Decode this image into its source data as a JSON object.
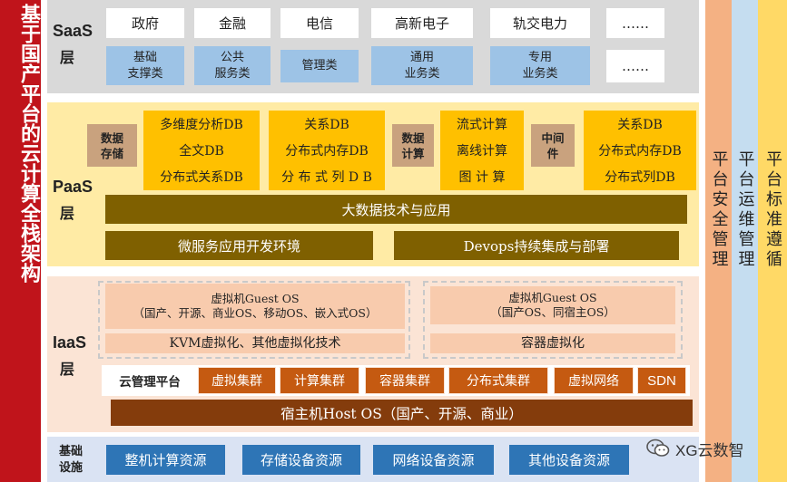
{
  "title": "基于国产平台的云计算全栈架构",
  "saas": {
    "label": "SaaS",
    "sub": "层",
    "top_row": [
      "政府",
      "金融",
      "电信",
      "高新电子",
      "轨交电力",
      "……"
    ],
    "bottom_row": [
      "基础\n支撑类",
      "公共\n服务类",
      "管理类",
      "通用\n业务类",
      "专用\n业务类",
      "……"
    ]
  },
  "paas": {
    "label": "PaaS",
    "sub": "层",
    "storage_label": "数据\n存储",
    "storage_items": [
      "多维度分析DB",
      "全文DB",
      "分布式关系DB"
    ],
    "relational_items": [
      "关系DB",
      "分布式内存DB",
      "分 布 式 列 D B"
    ],
    "compute_label": "数据\n计算",
    "compute_items": [
      "流式计算",
      "离线计算",
      "图  计  算"
    ],
    "middleware_label": "中间\n件",
    "middleware_items": [
      "关系DB",
      "分布式内存DB",
      "分布式列DB"
    ],
    "bigdata": "大数据技术与应用",
    "microservice": "微服务应用开发环境",
    "devops": "Devops持续集成与部署"
  },
  "iaas": {
    "label": "IaaS",
    "sub": "层",
    "vm_guest_left": "虚拟机Guest OS\n（国产、开源、商业OS、移动OS、嵌入式OS）",
    "kvm": "KVM虚拟化、其他虚拟化技术",
    "vm_guest_right": "虚拟机Guest OS\n（国产OS、同宿主OS）",
    "container_virt": "容器虚拟化",
    "cloud_mgmt": "云管理平台",
    "mgmt_items": [
      "虚拟集群",
      "计算集群",
      "容器集群",
      "分布式集群",
      "虚拟网络",
      "SDN"
    ],
    "host_os": "宿主机Host OS（国产、开源、商业）"
  },
  "infra": {
    "label": "基础\n设施",
    "items": [
      "整机计算资源",
      "存储设备资源",
      "网络设备资源",
      "其他设备资源"
    ]
  },
  "side_columns": {
    "security": "平台安全管理",
    "ops": "平台运维管理",
    "standard": "平台标准遵循"
  },
  "watermark": {
    "icon": "wechat-icon",
    "text": "XG云数智"
  },
  "colors": {
    "title_red": "#c0141b",
    "saas_gray": "#d9d9d9",
    "paas_yellow": "#ffeba5",
    "gold": "#ffc000",
    "olive": "#7f6000",
    "iaas_peach": "#fbe4d5",
    "orange": "#c55a11",
    "brown": "#843c0c",
    "infra_blue": "#2e75b6"
  }
}
